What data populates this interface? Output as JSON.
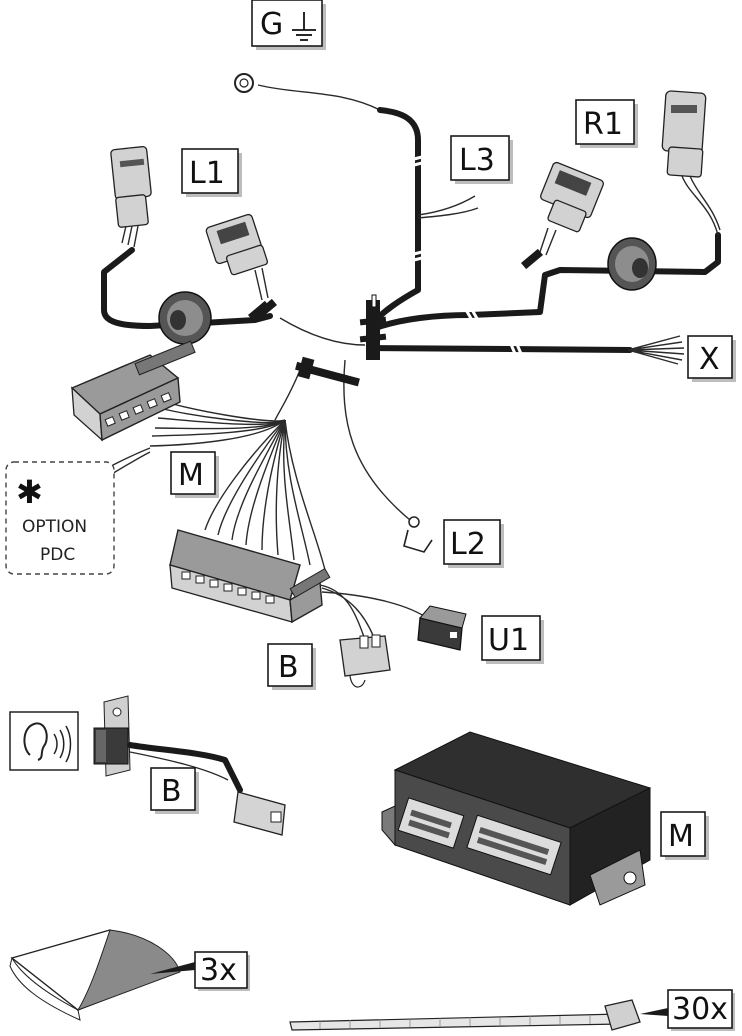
{
  "labels": {
    "ground": "G",
    "l1": "L1",
    "l2": "L2",
    "l3": "L3",
    "r1": "R1",
    "x": "X",
    "m_harness": "M",
    "b_harness": "B",
    "u1": "U1",
    "b_buzzer": "B",
    "m_module": "M"
  },
  "option": {
    "asterisk": "✱",
    "line1": "OPTION",
    "line2": "PDC"
  },
  "quantities": {
    "adhesive_pads": "3x",
    "cable_ties": "30x"
  },
  "icons": [
    "ground-symbol-icon",
    "ear-sound-icon"
  ]
}
